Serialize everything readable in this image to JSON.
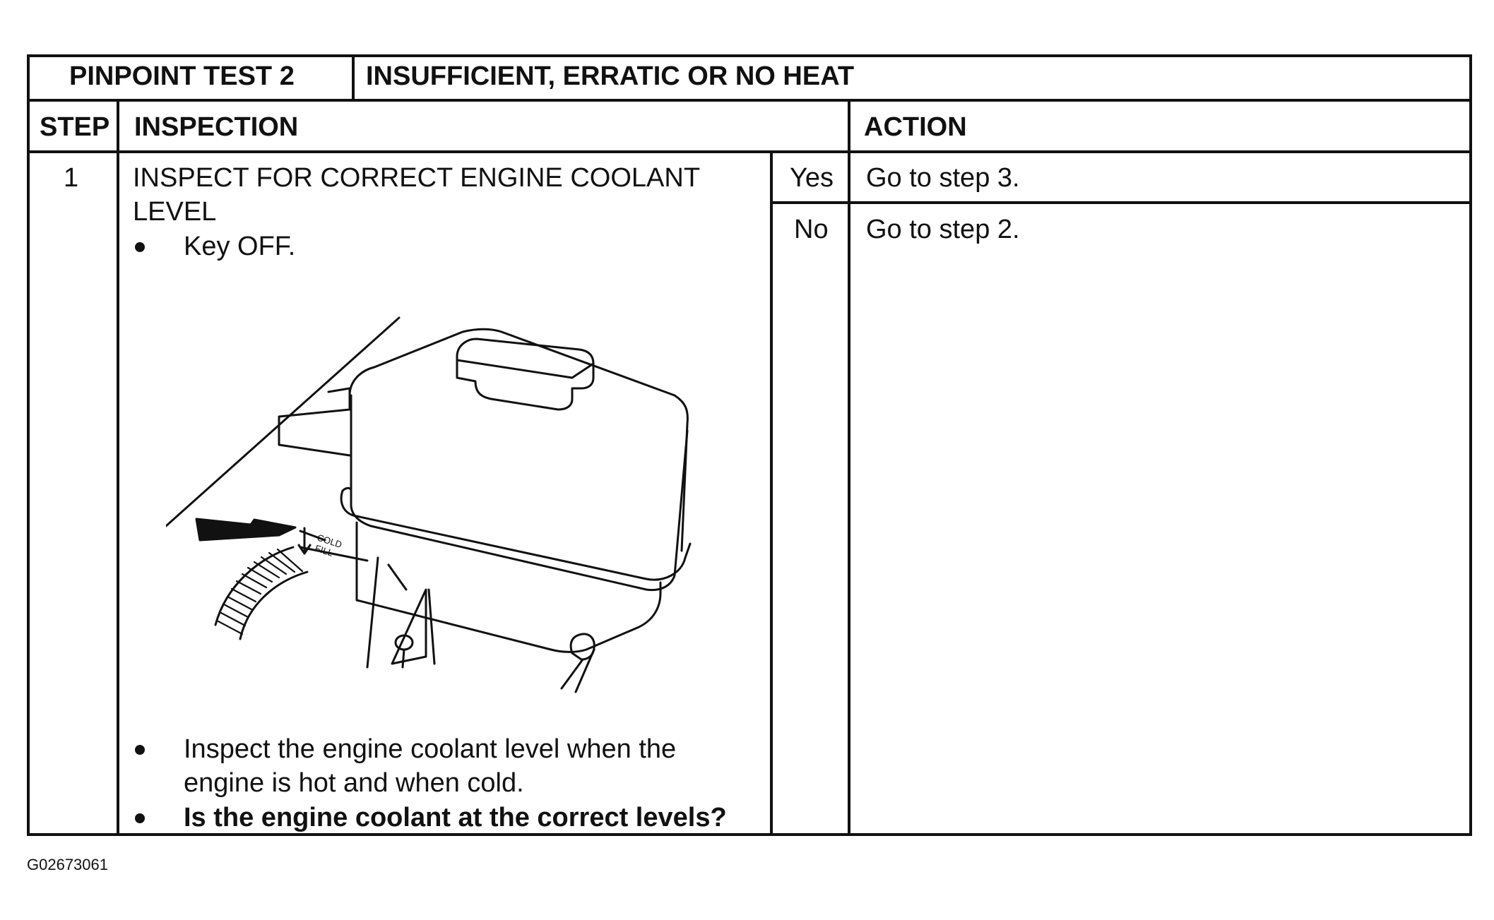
{
  "test": {
    "number_label": "PINPOINT TEST 2",
    "title": "INSUFFICIENT, ERRATIC OR NO HEAT"
  },
  "headers": {
    "step": "STEP",
    "inspection": "INSPECTION",
    "action": "ACTION"
  },
  "row": {
    "step": "1",
    "inspection_title_line1": "INSPECT FOR CORRECT ENGINE COOLANT",
    "inspection_title_line2": "LEVEL",
    "bullet1": "Key OFF.",
    "bullet2_line1": "Inspect the engine coolant level when the",
    "bullet2_line2": "engine is hot and when cold.",
    "question": "Is the engine coolant at the correct levels?",
    "answers": [
      {
        "answer": "Yes",
        "action": "Go to step 3."
      },
      {
        "answer": "No",
        "action": "Go to step 2."
      }
    ]
  },
  "figure": {
    "label_line1": "COLD",
    "label_line2": "FILL"
  },
  "figure_id": "G02673061"
}
